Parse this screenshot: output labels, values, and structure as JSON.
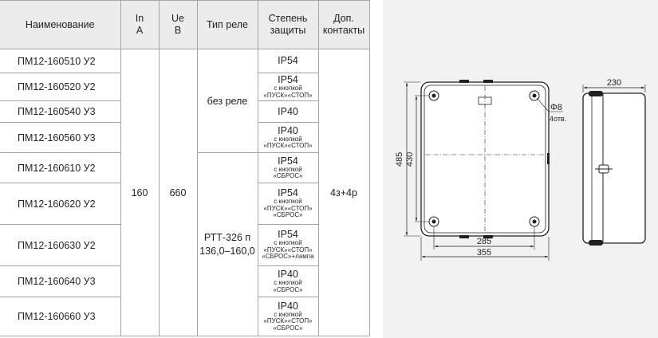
{
  "table": {
    "headers": {
      "name": "Наименование",
      "current_line1": "In",
      "current_line2": "A",
      "voltage_line1": "Ue",
      "voltage_line2": "B",
      "relay_type": "Тип реле",
      "protection_line1": "Степень",
      "protection_line2": "защиты",
      "contacts_line1": "Доп.",
      "contacts_line2": "контакты"
    },
    "rows": [
      {
        "name": "ПМ12-160510 У2",
        "ip": "IP54",
        "sub": []
      },
      {
        "name": "ПМ12-160520 У2",
        "ip": "IP54",
        "sub": [
          "с кнопкой",
          "«ПУСК»«СТОП»"
        ]
      },
      {
        "name": "ПМ12-160540 У3",
        "ip": "IP40",
        "sub": []
      },
      {
        "name": "ПМ12-160560 У3",
        "ip": "IP40",
        "sub": [
          "с кнопкой",
          "«ПУСК»«СТОП»"
        ]
      },
      {
        "name": "ПМ12-160610 У2",
        "ip": "IP54",
        "sub": [
          "с кнопкой",
          "«СБРОС»"
        ]
      },
      {
        "name": "ПМ12-160620 У2",
        "ip": "IP54",
        "sub": [
          "с кнопкой",
          "«ПУСК»«СТОП»",
          "«СБРОС»"
        ]
      },
      {
        "name": "ПМ12-160630 У2",
        "ip": "IP54",
        "sub": [
          "с кнопкой",
          "«ПУСК»«СТОП»",
          "«СБРОС»+лампа"
        ]
      },
      {
        "name": "ПМ12-160640 У3",
        "ip": "IP40",
        "sub": [
          "с кнопкой",
          "«СБРОС»"
        ]
      },
      {
        "name": "ПМ12-160660 У3",
        "ip": "IP40",
        "sub": [
          "с кнопкой",
          "«ПУСК»«СТОП»",
          "«СБРОС»"
        ]
      }
    ],
    "current": "160",
    "voltage": "660",
    "relay_none": "без реле",
    "relay_rtt_line1": "РТТ-326 п",
    "relay_rtt_line2": "136,0–160,0",
    "contacts": "4з+4р"
  },
  "drawing": {
    "dim_height_outer": "485",
    "dim_height_inner": "430",
    "dim_width_inner": "285",
    "dim_width_outer": "355",
    "dim_depth": "230",
    "hole_diameter": "Φ8",
    "hole_count": "4отв."
  }
}
